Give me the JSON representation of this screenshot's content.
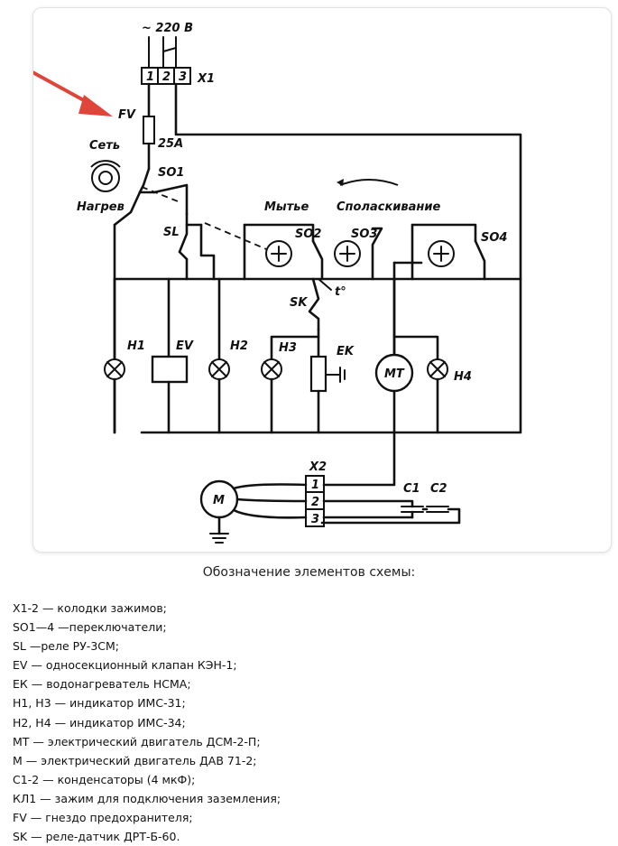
{
  "diagram": {
    "labels": {
      "supply": "~ 220 В",
      "terminal_block": "X1",
      "terminal_numbers": [
        "1",
        "2",
        "3"
      ],
      "fuse_socket": "FV",
      "fuse_rating": "25А",
      "switch_main": "SO1",
      "mode_net": "Сеть",
      "mode_heat": "Нагрев",
      "relay": "SL",
      "mode_wash": "Мытье",
      "mode_rinse": "Споласкивание",
      "switch2": "SO2",
      "switch3": "SO3",
      "switch4": "SO4",
      "sensor": "SK",
      "temp_mark": "t°",
      "lamp1": "H1",
      "valve": "EV",
      "lamp2": "H2",
      "lamp3": "H3",
      "heater": "EK",
      "motor_timer": "MT",
      "lamp4": "H4",
      "terminal2": "X2",
      "terminal2_numbers": [
        "1",
        "2",
        "3"
      ],
      "motor": "M",
      "cap1": "C1",
      "cap2": "C2"
    },
    "accent": "#e0453a"
  },
  "caption": "Обозначение элементов схемы:",
  "legend": [
    "Х1-2 — колодки зажимов;",
    "SO1—4 —переключатели;",
    "SL —реле РУ-3СМ;",
    "EV — односекционный клапан КЭН-1;",
    "ЕК — водонагреватель НСМА;",
    "Н1, Н3 — индикатор ИМС-31;",
    "Н2, Н4 — индикатор ИМС-34;",
    "МТ — электрический двигатель ДСМ-2-П;",
    "М — электрический двигатель ДАВ 71-2;",
    "С1-2 — конденсаторы (4 мкФ);",
    "КЛ1 — зажим для подключения заземления;",
    "FV — гнездо предохранителя;",
    "SK — реле-датчик ДРТ-Б-60."
  ]
}
